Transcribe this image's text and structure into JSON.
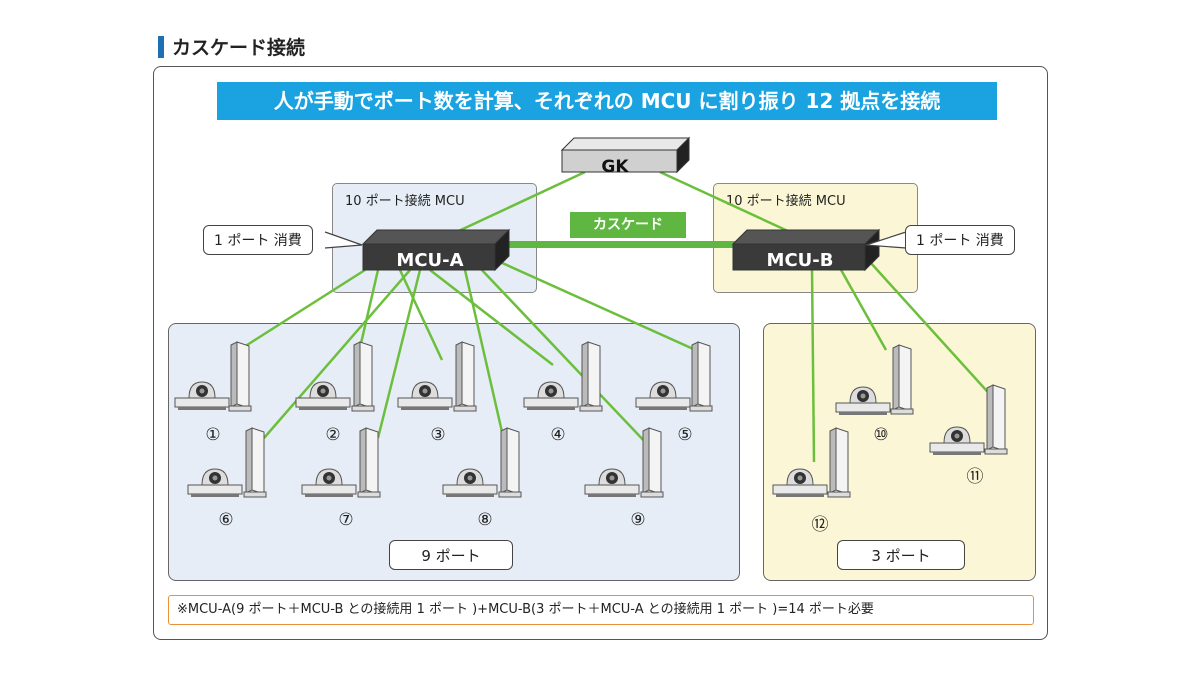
{
  "page_title": "カスケード接続",
  "headline": "人が手動でポート数を計算、それぞれの MCU に割り振り 12 拠点を接続",
  "gk": {
    "label": "GK"
  },
  "mcu_a": {
    "label": "MCU-A",
    "box_label": "10 ポート接続 MCU",
    "callout": "1 ポート 消費"
  },
  "mcu_b": {
    "label": "MCU-B",
    "box_label": "10 ポート接続 MCU",
    "callout": "1 ポート 消費"
  },
  "cascade_label": "カスケード",
  "group_a": {
    "port_label": "9 ポート"
  },
  "group_b": {
    "port_label": "3 ポート"
  },
  "sites": [
    "①",
    "②",
    "③",
    "④",
    "⑤",
    "⑥",
    "⑦",
    "⑧",
    "⑨",
    "⑩",
    "⑪",
    "⑫"
  ],
  "footnote": "※MCU-A(9 ポート＋MCU-B との接続用 1 ポート )+MCU-B(3 ポート＋MCU-A との接続用 1 ポート )=14 ポート必要",
  "colors": {
    "accent_blue": "#1aa3e0",
    "link_green": "#6cbf3c",
    "group_a_bg": "#e6edf7",
    "group_b_bg": "#fbf7d6",
    "footnote_border": "#e8913a"
  }
}
